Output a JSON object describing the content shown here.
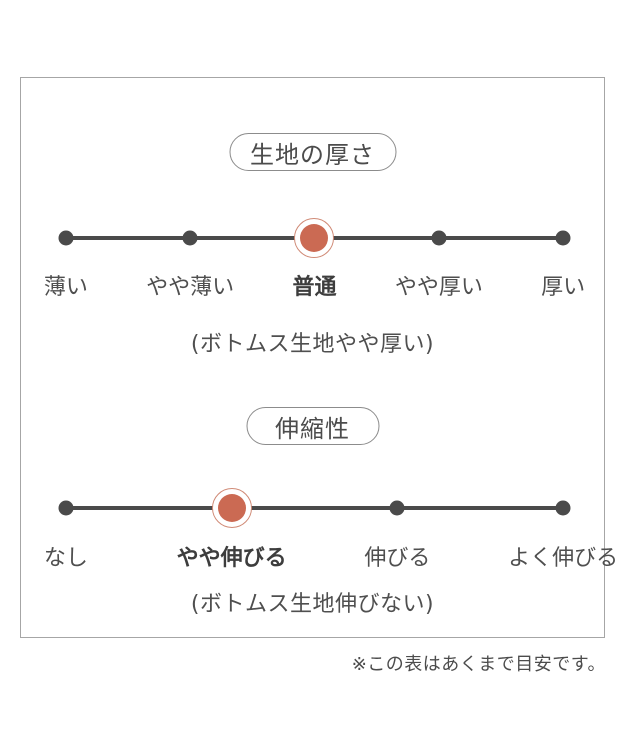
{
  "colors": {
    "accent": "#cb6a53",
    "accent_ring": "#d08a76",
    "track": "#4a4a4a",
    "text": "#4f4f4f",
    "box_border": "#a6a6a6"
  },
  "chart_data": {
    "type": "table",
    "title": "product attribute rating scales",
    "scales": [
      {
        "title": "生地の厚さ",
        "options": [
          "薄い",
          "やや薄い",
          "普通",
          "やや厚い",
          "厚い"
        ],
        "selected_index": 2,
        "selected_label": "普通",
        "caption": "(ボトムス生地やや厚い)"
      },
      {
        "title": "伸縮性",
        "options": [
          "なし",
          "やや伸びる",
          "伸びる",
          "よく伸びる"
        ],
        "selected_index": 1,
        "selected_label": "やや伸びる",
        "caption": "(ボトムス生地伸びない)"
      }
    ]
  },
  "footnote": "※この表はあくまで目安です。"
}
